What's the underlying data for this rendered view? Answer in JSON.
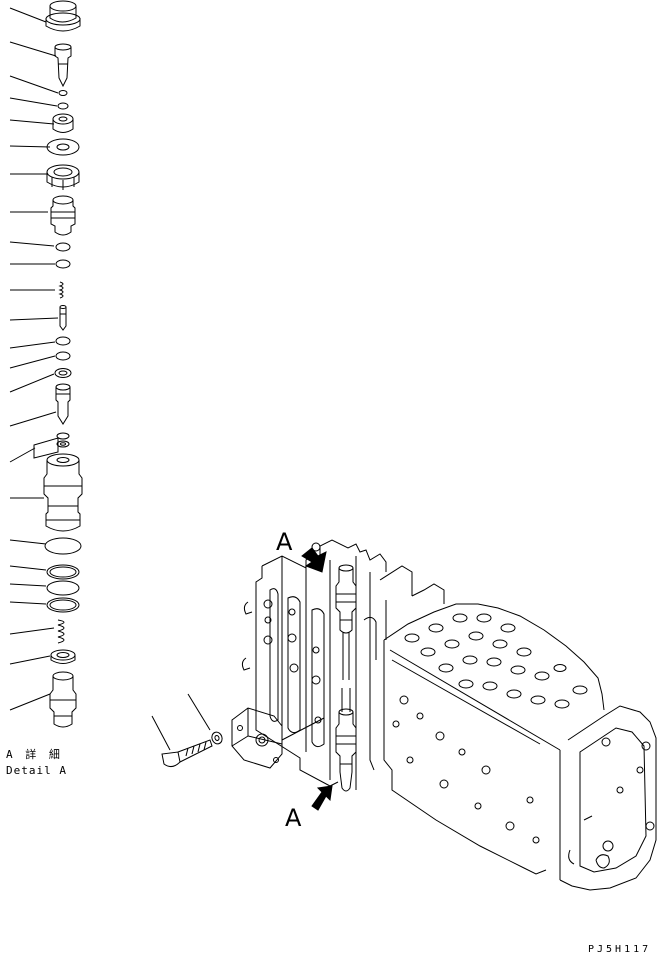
{
  "labels": {
    "detail_jp": "A 詳 細",
    "detail_en": "Detail A",
    "callout_top": "A",
    "callout_bottom": "A",
    "drawing_no": "PJ5H117"
  },
  "colors": {
    "ink": "#000000",
    "paper": "#ffffff"
  }
}
